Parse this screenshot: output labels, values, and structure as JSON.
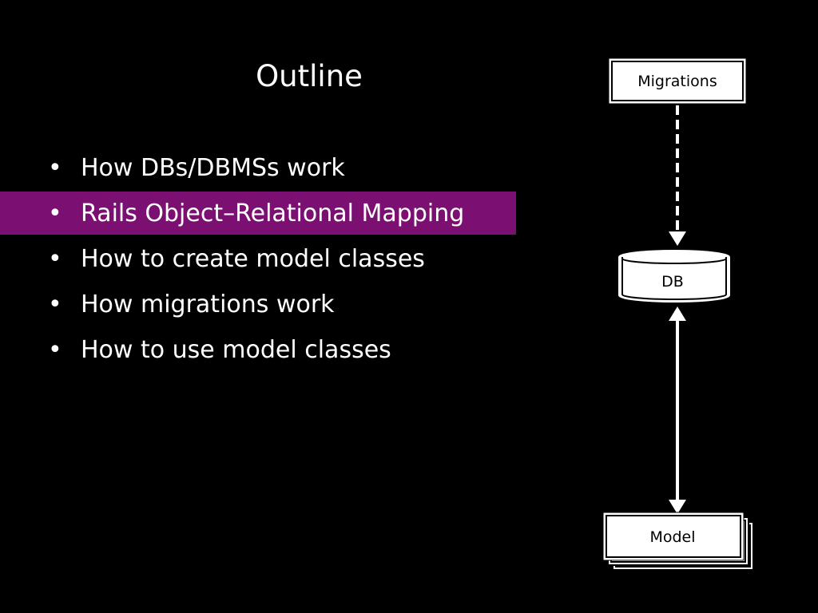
{
  "slide": {
    "title": "Outline",
    "bullets": [
      "How DBs/DBMSs work",
      "Rails Object–Relational Mapping",
      "How to create model classes",
      "How migrations work",
      "How to use model classes"
    ],
    "highlighted_index": 1
  },
  "diagram": {
    "migrations_label": "Migrations",
    "db_label": "DB",
    "model_label": "Model"
  },
  "colors": {
    "background": "#000000",
    "text": "#ffffff",
    "highlight": "#7b0f72"
  }
}
